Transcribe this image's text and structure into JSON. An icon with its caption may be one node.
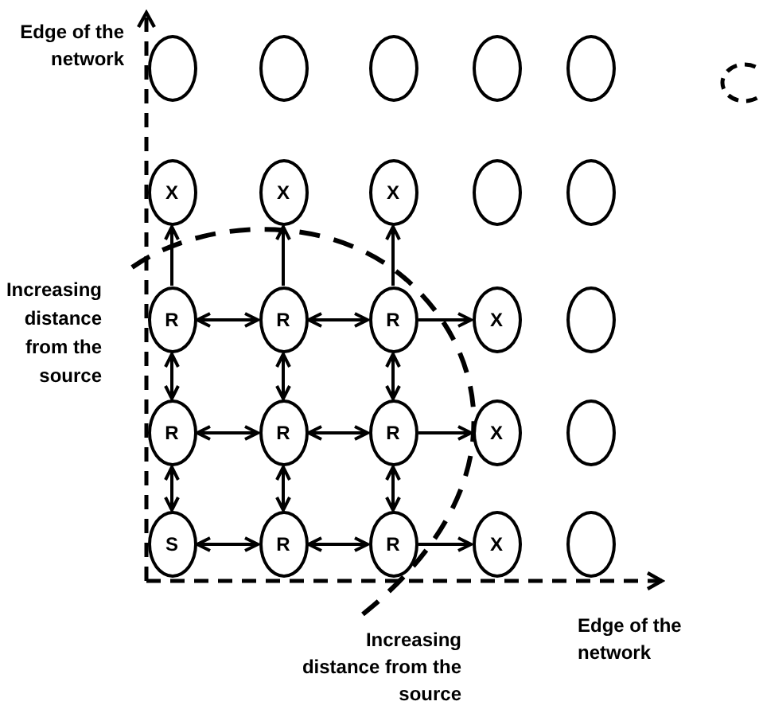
{
  "diagram": {
    "nodes": [
      {
        "text": [],
        "shape": "ellipse"
      },
      {
        "text": [],
        "shape": "ellipse"
      },
      {
        "text": [],
        "shape": "ellipse"
      },
      {
        "text": [],
        "shape": "ellipse"
      },
      {
        "text": [],
        "shape": "ellipse"
      },
      {
        "text": [
          "X"
        ]
      },
      {
        "text": [
          "X"
        ]
      },
      {
        "text": [
          "X"
        ]
      },
      {
        "text": [],
        "shape": "ellipse"
      },
      {
        "text": [],
        "shape": "ellipse"
      },
      {
        "text": [
          "R"
        ]
      },
      {
        "text": [
          "R"
        ]
      },
      {
        "text": [
          "R"
        ]
      },
      {
        "text": [
          "X"
        ]
      },
      {
        "text": [],
        "shape": "ellipse"
      },
      {
        "text": [
          "R"
        ]
      },
      {
        "text": [
          "R"
        ]
      },
      {
        "text": [
          "R"
        ]
      },
      {
        "text": [
          "X"
        ]
      },
      {
        "text": [],
        "shape": "ellipse"
      },
      {
        "text": [
          "S"
        ]
      },
      {
        "text": [
          "R"
        ]
      },
      {
        "text": [
          "R"
        ]
      },
      {
        "text": [
          "X"
        ]
      },
      {
        "text": [],
        "shape": "ellipse"
      }
    ],
    "edges": [
      {
        "from": 10,
        "to": 5,
        "arrow": "to"
      },
      {
        "from": 11,
        "to": 6,
        "arrow": "to"
      },
      {
        "from": 12,
        "to": 7,
        "arrow": "to"
      },
      {
        "from": 10,
        "to": 11,
        "arrow": "both"
      },
      {
        "from": 11,
        "to": 12,
        "arrow": "both"
      },
      {
        "from": 12,
        "to": 13,
        "arrow": "to"
      },
      {
        "from": 10,
        "to": 15,
        "arrow": "both"
      },
      {
        "from": 11,
        "to": 16,
        "arrow": "both"
      },
      {
        "from": 12,
        "to": 17,
        "arrow": "both"
      },
      {
        "from": 15,
        "to": 16,
        "arrow": "both"
      },
      {
        "from": 16,
        "to": 17,
        "arrow": "both"
      },
      {
        "from": 17,
        "to": 18,
        "arrow": "to"
      },
      {
        "from": 15,
        "to": 20,
        "arrow": "both"
      },
      {
        "from": 16,
        "to": 21,
        "arrow": "both"
      },
      {
        "from": 17,
        "to": 22,
        "arrow": "both"
      },
      {
        "from": 20,
        "to": 21,
        "arrow": "both"
      },
      {
        "from": 21,
        "to": 22,
        "arrow": "both"
      },
      {
        "from": 22,
        "to": 23,
        "arrow": "to"
      }
    ],
    "labels": [
      "Edge of the network",
      "Increasing distance from the source",
      "Edge of the network",
      "Increasing distance from the source"
    ]
  }
}
